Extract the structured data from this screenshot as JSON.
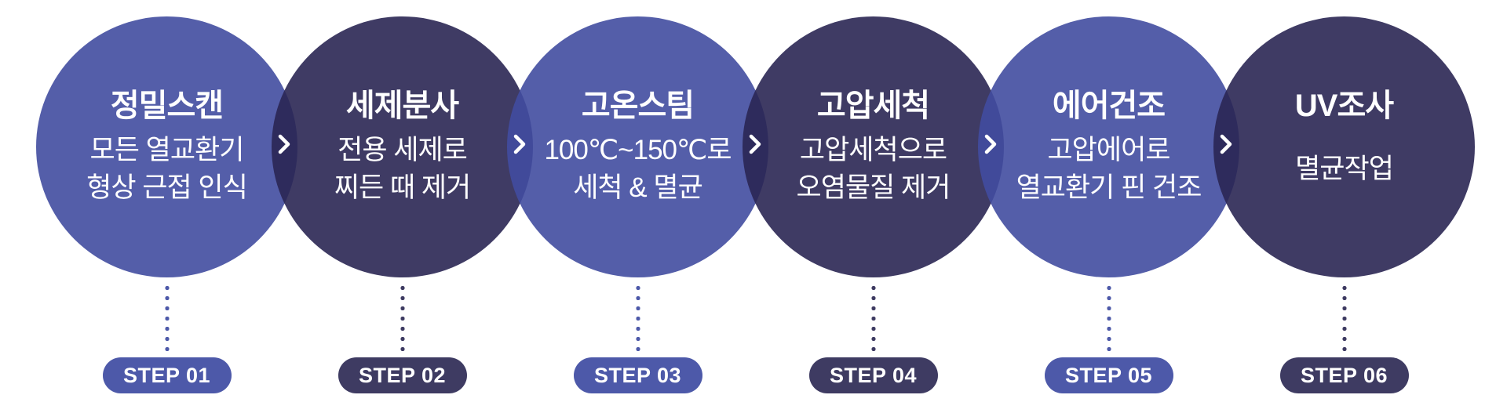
{
  "diagram": {
    "type": "process-flow",
    "step_count": 6,
    "steps": [
      {
        "title": "정밀스캔",
        "desc": [
          "모든 열교환기",
          "형상 근접 인식"
        ],
        "badge": "STEP 01",
        "tone": "blue"
      },
      {
        "title": "세제분사",
        "desc": [
          "전용 세제로",
          "찌든 때 제거"
        ],
        "badge": "STEP 02",
        "tone": "navy"
      },
      {
        "title": "고온스팀",
        "desc": [
          "100℃~150℃로",
          "세척 & 멸균"
        ],
        "badge": "STEP 03",
        "tone": "blue"
      },
      {
        "title": "고압세척",
        "desc": [
          "고압세척으로",
          "오염물질 제거"
        ],
        "badge": "STEP 04",
        "tone": "navy"
      },
      {
        "title": "에어건조",
        "desc": [
          "고압에어로",
          "열교환기 핀 건조"
        ],
        "badge": "STEP 05",
        "tone": "blue"
      },
      {
        "title": "UV조사",
        "desc": [
          "멸균작업"
        ],
        "badge": "STEP 06",
        "tone": "navy"
      }
    ],
    "icons": {
      "connector_arrow": "chevron-right",
      "connector_line": "vertical-dotted-line"
    },
    "colors": {
      "circle_blue": "#545FAA",
      "circle_navy": "#3F3C64",
      "overlap_lens": "#2E2C55",
      "pill_blue": "#4D59A9",
      "pill_navy": "#3E3B62",
      "text": "#FFFFFF",
      "background": "#FFFFFF"
    }
  }
}
